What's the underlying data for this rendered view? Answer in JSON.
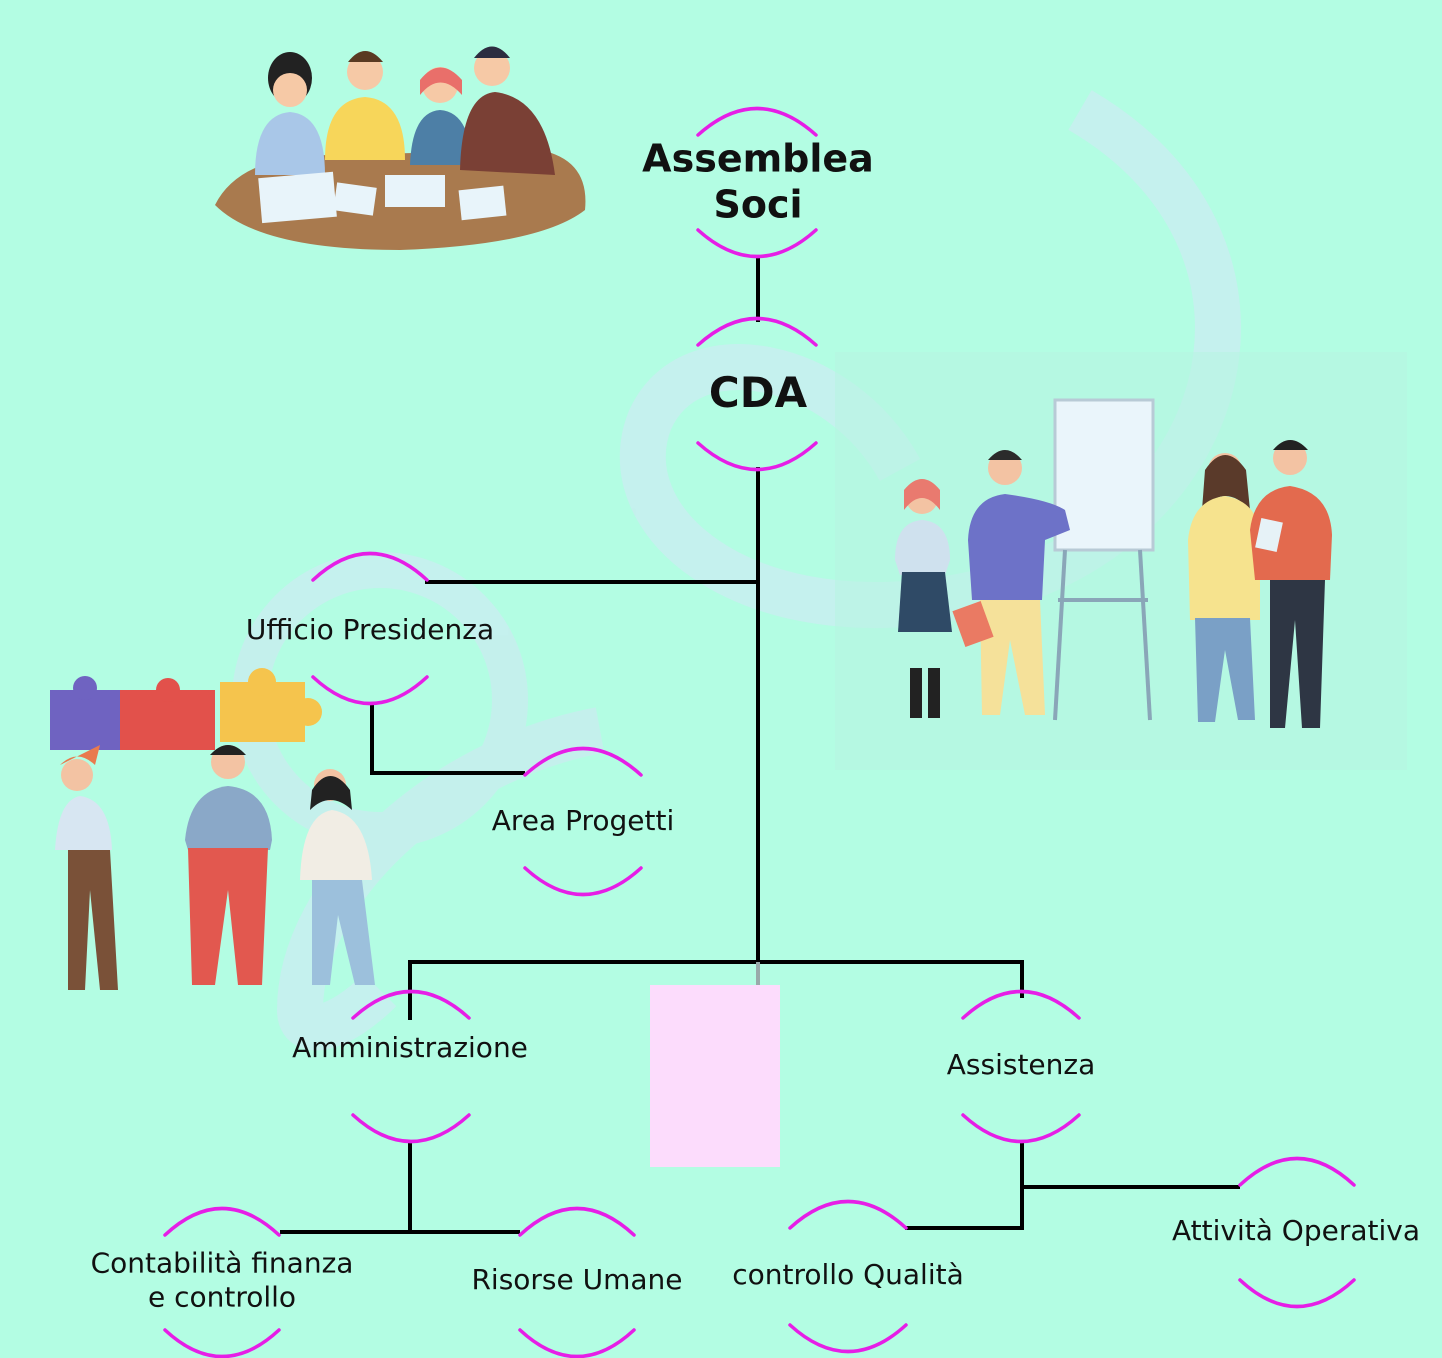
{
  "colors": {
    "background": "#b3fde3",
    "node_arc": "#e61ee6",
    "connector": "#000000",
    "placeholder_box": "#fcdcfc"
  },
  "nodes": {
    "assemblea": {
      "line1": "Assemblea",
      "line2": "Soci"
    },
    "cda": {
      "label": "CDA"
    },
    "ufficio_presidenza": {
      "label": "Ufficio Presidenza"
    },
    "area_progetti": {
      "label": "Area Progetti"
    },
    "amministrazione": {
      "label": "Amministrazione"
    },
    "assistenza": {
      "label": "Assistenza"
    },
    "contabilita": {
      "line1": "Contabilità finanza",
      "line2": "e controllo"
    },
    "risorse_umane": {
      "label": "Risorse Umane"
    },
    "controllo_qualita": {
      "label": "controllo Qualità"
    },
    "attivita_operativa": {
      "label": "Attività Operativa"
    }
  },
  "illustrations": [
    "team-meeting-illustration",
    "whiteboard-presentation-illustration",
    "puzzle-team-illustration"
  ],
  "watermark": "stock-logo-watermark"
}
